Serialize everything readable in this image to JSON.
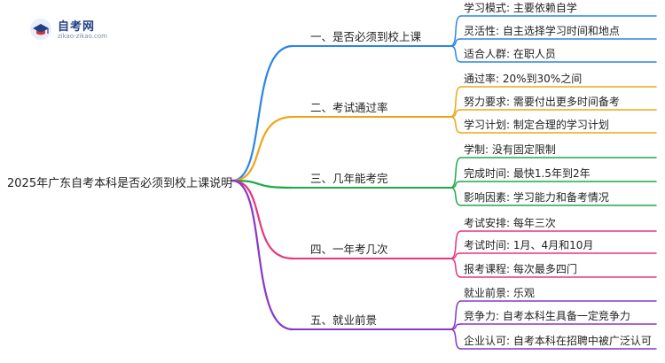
{
  "logo": {
    "name": "自考网",
    "url": "zikao-zikao.com"
  },
  "root": "2025年广东自考本科是否必须到校上课说明",
  "colors": {
    "blue": "#2a86e8",
    "orange": "#f0a518",
    "green": "#1faa48",
    "pink": "#e8357d",
    "purple": "#8a36c9"
  },
  "branches": [
    {
      "label": "一、是否必须到校上课",
      "color": "blue",
      "leaves": [
        "学习模式: 主要依赖自学",
        "灵活性: 自主选择学习时间和地点",
        "适合人群: 在职人员"
      ]
    },
    {
      "label": "二、考试通过率",
      "color": "orange",
      "leaves": [
        "通过率: 20%到30%之间",
        "努力要求: 需要付出更多时间备考",
        "学习计划: 制定合理的学习计划"
      ]
    },
    {
      "label": "三、几年能考完",
      "color": "green",
      "leaves": [
        "学制: 没有固定限制",
        "完成时间: 最快1.5年到2年",
        "影响因素: 学习能力和备考情况"
      ]
    },
    {
      "label": "四、一年考几次",
      "color": "pink",
      "leaves": [
        "考试安排: 每年三次",
        "考试时间: 1月、4月和10月",
        "报考课程: 每次最多四门"
      ]
    },
    {
      "label": "五、就业前景",
      "color": "purple",
      "leaves": [
        "就业前景: 乐观",
        "竞争力: 自考本科生具备一定竞争力",
        "企业认可: 自考本科在招聘中被广泛认可"
      ]
    }
  ]
}
